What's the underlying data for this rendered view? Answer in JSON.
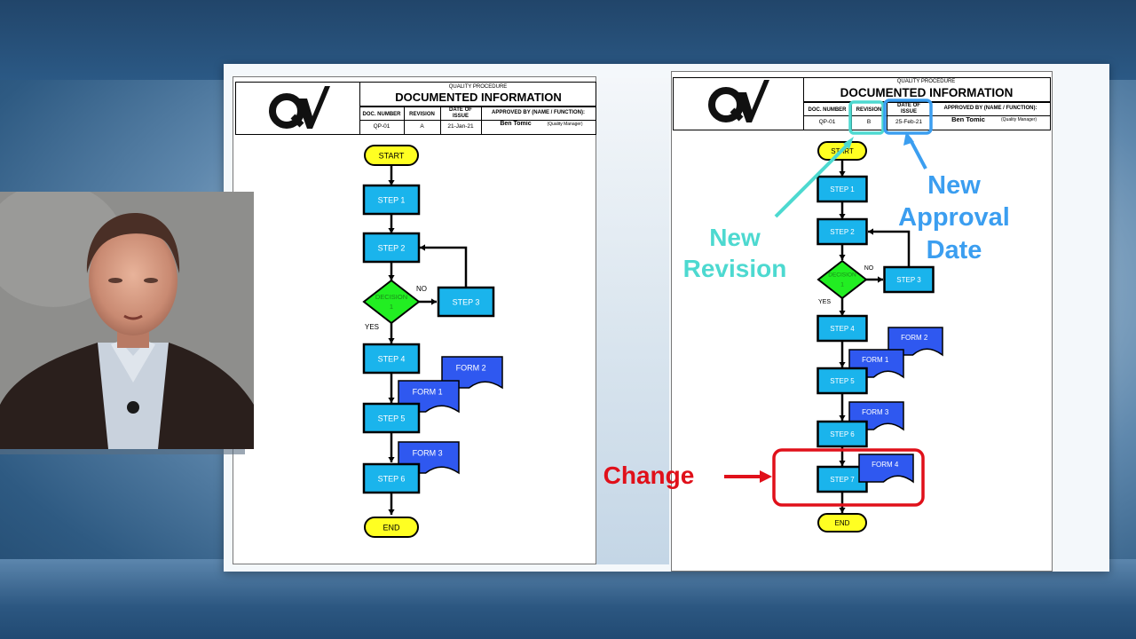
{
  "documents": [
    {
      "id": "original",
      "header": {
        "procedure_type": "QUALITY PROCEDURE",
        "title": "DOCUMENTED INFORMATION",
        "col_doc_number": "DOC. NUMBER",
        "col_revision": "REVISION",
        "col_date_line1": "DATE OF",
        "col_date_line2": "ISSUE",
        "col_approved": "APPROVED BY (NAME / FUNCTION):",
        "doc_number": "QP-01",
        "revision": "A",
        "date_of_issue": "21-Jan-21",
        "approver_name": "Ben Tomic",
        "approver_role": "(Quality Manager)"
      },
      "flowchart": {
        "start": "START",
        "step1": "STEP 1",
        "step2": "STEP 2",
        "decision_line1": "DECISION",
        "decision_line2": "1",
        "no": "NO",
        "yes": "YES",
        "step3": "STEP 3",
        "step4": "STEP 4",
        "form2": "FORM 2",
        "form1": "FORM 1",
        "step5": "STEP 5",
        "form3": "FORM 3",
        "step6": "STEP 6",
        "end": "END"
      }
    },
    {
      "id": "revised",
      "header": {
        "procedure_type": "QUALITY PROCEDURE",
        "title": "DOCUMENTED INFORMATION",
        "col_doc_number": "DOC. NUMBER",
        "col_revision": "REVISION",
        "col_date_line1": "DATE OF",
        "col_date_line2": "ISSUE",
        "col_approved": "APPROVED BY (NAME / FUNCTION):",
        "doc_number": "QP-01",
        "revision": "B",
        "date_of_issue": "25-Feb-21",
        "approver_name": "Ben Tomic",
        "approver_role": "(Quality Manager)"
      },
      "flowchart": {
        "start": "START",
        "step1": "STEP 1",
        "step2": "STEP 2",
        "decision_line1": "DECISION",
        "decision_line2": "1",
        "no": "NO",
        "yes": "YES",
        "step3": "STEP 3",
        "step4": "STEP 4",
        "form2": "FORM 2",
        "form1": "FORM 1",
        "step5": "STEP 5",
        "form3": "FORM 3",
        "step6": "STEP 6",
        "form4": "FORM 4",
        "step7": "STEP 7",
        "end": "END"
      }
    }
  ],
  "annotations": {
    "new_revision_line1": "New",
    "new_revision_line2": "Revision",
    "new_approval_line1": "New",
    "new_approval_line2": "Approval",
    "new_approval_line3": "Date",
    "change": "Change"
  },
  "colors": {
    "step_fill": "#1ab4ec",
    "form_fill": "#2f58f0",
    "decision_fill": "#22ee22",
    "terminal_fill": "#ffff22",
    "revision_highlight": "#4dd9d0",
    "date_highlight": "#3b9ef0",
    "change_highlight": "#e0101a"
  }
}
